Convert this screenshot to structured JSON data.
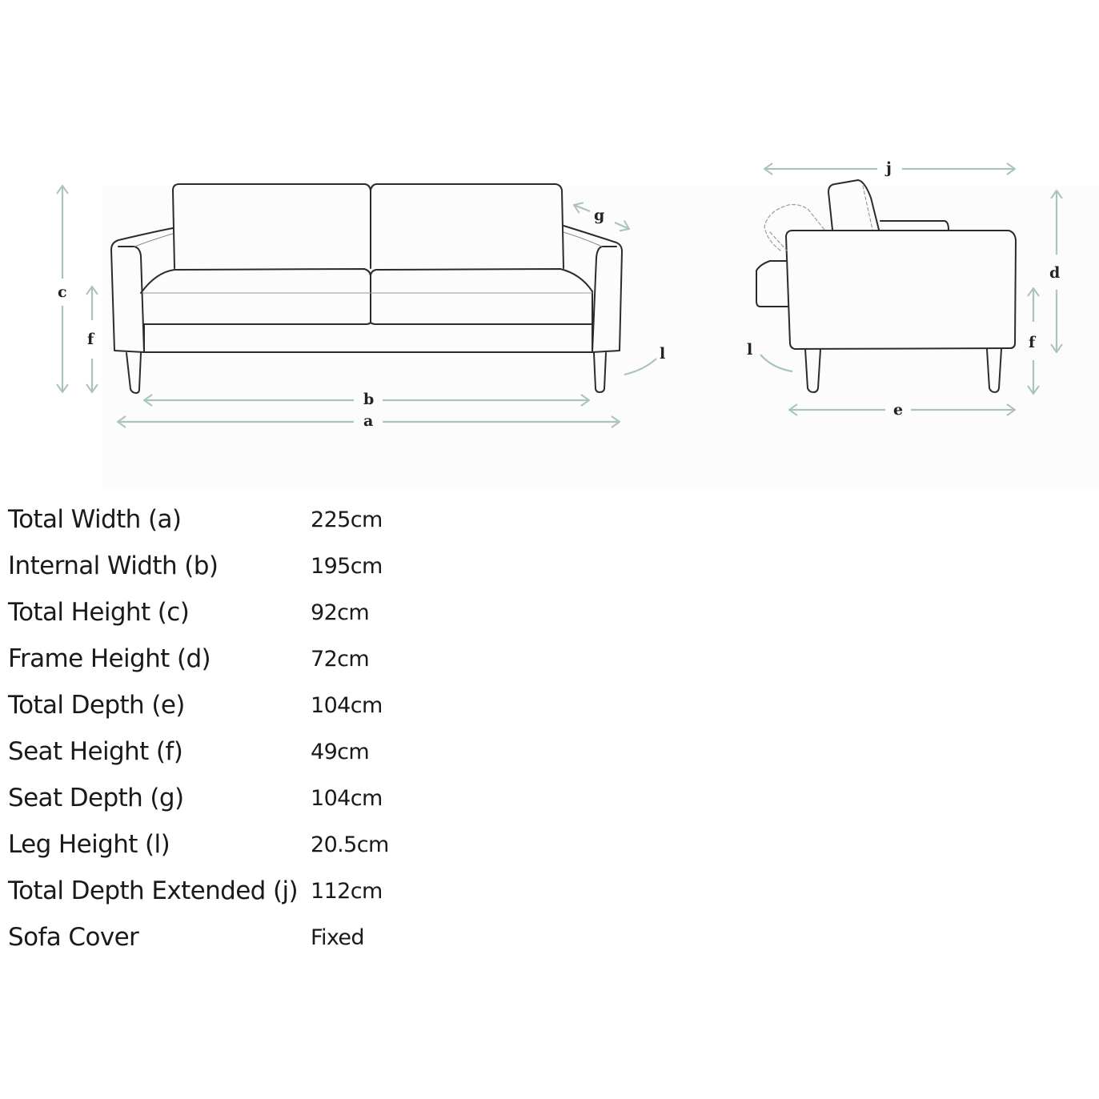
{
  "colors": {
    "line": "#2b2b2b",
    "dimension_arrow": "#a9c3bd",
    "text": "#1a1a1a",
    "panel_bg": "#fcfcfc"
  },
  "diagram": {
    "front_view": {
      "labels": {
        "a": "a",
        "b": "b",
        "c": "c",
        "f": "f",
        "g": "g",
        "l": "l"
      }
    },
    "side_view": {
      "labels": {
        "j": "j",
        "d": "d",
        "f": "f",
        "e": "e",
        "l": "l"
      }
    }
  },
  "specs": [
    {
      "label": "Total Width (a)",
      "value": "225cm"
    },
    {
      "label": "Internal Width (b)",
      "value": "195cm"
    },
    {
      "label": "Total Height (c)",
      "value": "92cm"
    },
    {
      "label": "Frame Height (d)",
      "value": "72cm"
    },
    {
      "label": "Total Depth (e)",
      "value": "104cm"
    },
    {
      "label": "Seat Height (f)",
      "value": "49cm"
    },
    {
      "label": "Seat Depth (g)",
      "value": "104cm"
    },
    {
      "label": "Leg Height (l)",
      "value": "20.5cm"
    },
    {
      "label": "Total Depth Extended (j)",
      "value": "112cm"
    },
    {
      "label": "Sofa Cover",
      "value": "Fixed"
    }
  ]
}
